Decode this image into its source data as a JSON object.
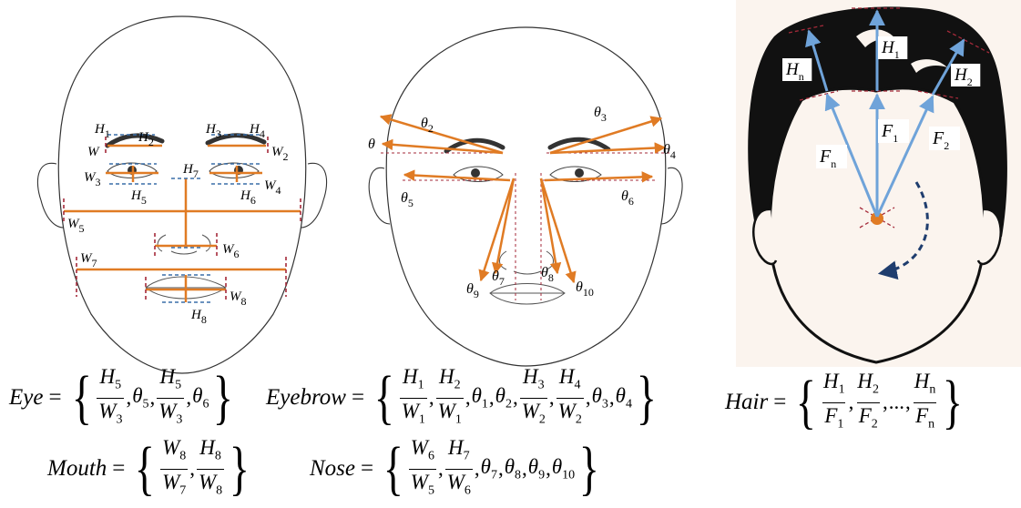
{
  "panel1": {
    "labels": [
      {
        "id": "H1",
        "base": "H",
        "sub": "1"
      },
      {
        "id": "H2",
        "base": "H",
        "sub": "2"
      },
      {
        "id": "H3",
        "base": "H",
        "sub": "3"
      },
      {
        "id": "H4",
        "base": "H",
        "sub": "4"
      },
      {
        "id": "W1",
        "base": "W",
        "sub": ""
      },
      {
        "id": "W2",
        "base": "W",
        "sub": "2"
      },
      {
        "id": "W3",
        "base": "W",
        "sub": "3"
      },
      {
        "id": "W4",
        "base": "W",
        "sub": "4"
      },
      {
        "id": "H7",
        "base": "H",
        "sub": "7"
      },
      {
        "id": "H5",
        "base": "H",
        "sub": "5"
      },
      {
        "id": "H6",
        "base": "H",
        "sub": "6"
      },
      {
        "id": "W5",
        "base": "W",
        "sub": "5"
      },
      {
        "id": "W6",
        "base": "W",
        "sub": "6"
      },
      {
        "id": "W7",
        "base": "W",
        "sub": "7"
      },
      {
        "id": "W8",
        "base": "W",
        "sub": "8"
      },
      {
        "id": "H8",
        "base": "H",
        "sub": "8"
      }
    ]
  },
  "panel2": {
    "labels": [
      {
        "id": "t1",
        "base": "θ",
        "sub": ""
      },
      {
        "id": "t2",
        "base": "θ",
        "sub": "2"
      },
      {
        "id": "t3",
        "base": "θ",
        "sub": "3"
      },
      {
        "id": "t4",
        "base": "θ",
        "sub": "4"
      },
      {
        "id": "t5",
        "base": "θ",
        "sub": "5"
      },
      {
        "id": "t6",
        "base": "θ",
        "sub": "6"
      },
      {
        "id": "t7",
        "base": "θ",
        "sub": "7"
      },
      {
        "id": "t8",
        "base": "θ",
        "sub": "8"
      },
      {
        "id": "t9",
        "base": "θ",
        "sub": "9"
      },
      {
        "id": "t10",
        "base": "θ",
        "sub": "10"
      }
    ]
  },
  "panel3": {
    "labels": [
      {
        "id": "Hn",
        "base": "H",
        "sub": "n"
      },
      {
        "id": "H1",
        "base": "H",
        "sub": "1"
      },
      {
        "id": "H2",
        "base": "H",
        "sub": "2"
      },
      {
        "id": "Fn",
        "base": "F",
        "sub": "n"
      },
      {
        "id": "F1",
        "base": "F",
        "sub": "1"
      },
      {
        "id": "F2",
        "base": "F",
        "sub": "2"
      }
    ]
  },
  "formulas": {
    "eye": {
      "name": "Eye",
      "items": [
        {
          "type": "frac",
          "num": [
            "H",
            "5"
          ],
          "den": [
            "W",
            "3"
          ]
        },
        {
          "type": "sym",
          "base": "θ",
          "sub": "5"
        },
        {
          "type": "frac",
          "num": [
            "H",
            "5"
          ],
          "den": [
            "W",
            "3"
          ]
        },
        {
          "type": "sym",
          "base": "θ",
          "sub": "6"
        }
      ]
    },
    "eyebrow": {
      "name": "Eyebrow",
      "items": [
        {
          "type": "frac",
          "num": [
            "H",
            "1"
          ],
          "den": [
            "W",
            "1"
          ]
        },
        {
          "type": "frac",
          "num": [
            "H",
            "2"
          ],
          "den": [
            "W",
            "1"
          ]
        },
        {
          "type": "sym",
          "base": "θ",
          "sub": "1"
        },
        {
          "type": "sym",
          "base": "θ",
          "sub": "2"
        },
        {
          "type": "frac",
          "num": [
            "H",
            "3"
          ],
          "den": [
            "W",
            "2"
          ]
        },
        {
          "type": "frac",
          "num": [
            "H",
            "4"
          ],
          "den": [
            "W",
            "2"
          ]
        },
        {
          "type": "sym",
          "base": "θ",
          "sub": "3"
        },
        {
          "type": "sym",
          "base": "θ",
          "sub": "4"
        }
      ]
    },
    "hair": {
      "name": "Hair",
      "items": [
        {
          "type": "frac",
          "num": [
            "H",
            "1"
          ],
          "den": [
            "F",
            "1"
          ]
        },
        {
          "type": "frac",
          "num": [
            "H",
            "2"
          ],
          "den": [
            "F",
            "2"
          ]
        },
        {
          "type": "text",
          "text": "..."
        },
        {
          "type": "frac",
          "num": [
            "H",
            "n"
          ],
          "den": [
            "F",
            "n"
          ]
        }
      ]
    },
    "mouth": {
      "name": "Mouth",
      "items": [
        {
          "type": "frac",
          "num": [
            "W",
            "8"
          ],
          "den": [
            "W",
            "7"
          ]
        },
        {
          "type": "frac",
          "num": [
            "H",
            "8"
          ],
          "den": [
            "W",
            "8"
          ]
        }
      ]
    },
    "nose": {
      "name": "Nose",
      "items": [
        {
          "type": "frac",
          "num": [
            "W",
            "6"
          ],
          "den": [
            "W",
            "5"
          ]
        },
        {
          "type": "frac",
          "num": [
            "H",
            "7"
          ],
          "den": [
            "W",
            "6"
          ]
        },
        {
          "type": "sym",
          "base": "θ",
          "sub": "7"
        },
        {
          "type": "sym",
          "base": "θ",
          "sub": "8"
        },
        {
          "type": "sym",
          "base": "θ",
          "sub": "9"
        },
        {
          "type": "sym",
          "base": "θ",
          "sub": "10"
        }
      ]
    }
  },
  "colors": {
    "orange": "#E07B24",
    "blue": "#6FA3D9",
    "dash_red": "#A52A3A",
    "dash_blue": "#3A6EA8",
    "arrow_navy": "#1F3D6E",
    "hair": "#111111",
    "face_fill": "#FBF4EE"
  }
}
